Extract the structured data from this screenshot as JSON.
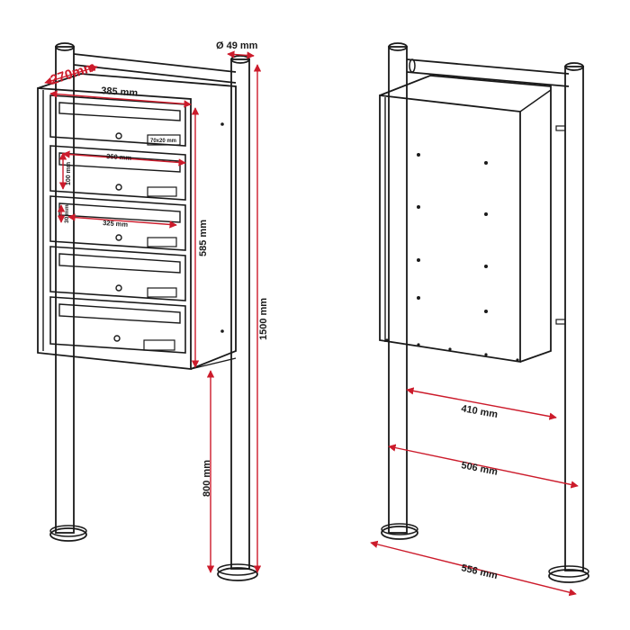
{
  "dimensions": {
    "diameter": "Ø 49 mm",
    "depth": "270mm",
    "width": "385 mm",
    "height_box": "585 mm",
    "height_total": "1500 mm",
    "height_ground": "800 mm",
    "slot_length": "360 mm",
    "slot_height": "100 mm",
    "inner_slot_height": "30 mm",
    "inner_slot_length": "325 mm",
    "label_size": "70x20 mm",
    "span_inner": "410 mm",
    "span_posts": "506 mm",
    "span_feet": "556 mm"
  },
  "colors": {
    "line": "#1a1a1a",
    "dimension": "#cc1b2b",
    "background": "#ffffff"
  }
}
